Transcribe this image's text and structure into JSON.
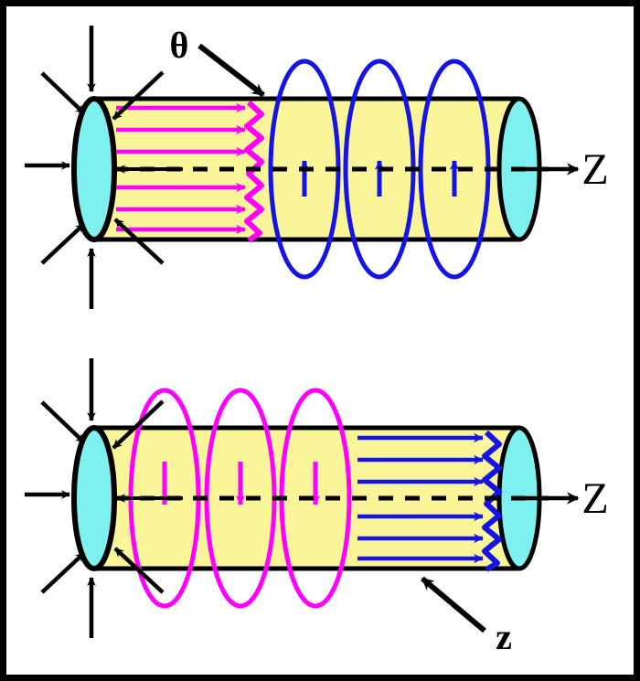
{
  "figure": {
    "title": "Cylindrical waveguide polarization diagram",
    "background_color": "#FFFFFF",
    "border_color": "#000000"
  },
  "colors": {
    "cylinder_body": "#FBF59A",
    "cylinder_cap": "#7FF0F0",
    "outline": "#000000",
    "magenta": "#FF00FF",
    "blue": "#1414E6",
    "axis": "#000000"
  },
  "panels": [
    {
      "id": "top-panel",
      "name": "transverse-field-panel",
      "axis_label": "Z",
      "angle_label": "θ",
      "left_field": {
        "name": "magenta-longitudinal-lines",
        "color": "#FF00FF",
        "direction": "right",
        "line_count": 6,
        "terminator": "zigzag"
      },
      "right_field": {
        "name": "blue-circular-loops",
        "color": "#1414E6",
        "loop_count": 3,
        "arrow_direction": "up"
      },
      "converging_arrows": 8,
      "axis_arrow_left": "left",
      "axis_arrow_right": "right"
    },
    {
      "id": "bottom-panel",
      "name": "longitudinal-field-panel",
      "axis_label": "Z",
      "angle_label": "z",
      "left_field": {
        "name": "magenta-circular-loops",
        "color": "#FF00FF",
        "loop_count": 3,
        "arrow_direction": "down"
      },
      "right_field": {
        "name": "blue-longitudinal-lines",
        "color": "#1414E6",
        "direction": "right",
        "line_count": 6,
        "terminator": "zigzag"
      },
      "converging_arrows": 8,
      "axis_arrow_left": "left",
      "axis_arrow_right": "right"
    }
  ],
  "labels": {
    "theta": "θ",
    "z_upper_top": "Z",
    "z_upper_bottom": "Z",
    "z_lower_small": "z"
  }
}
